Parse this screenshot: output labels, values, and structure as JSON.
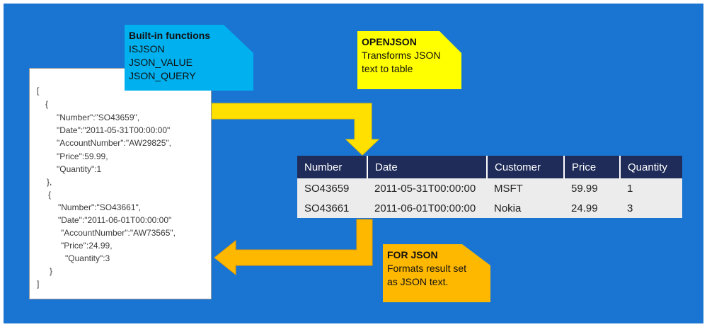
{
  "colors": {
    "background": "#1a75d2",
    "builtin_callout": "#00b0ef",
    "openjson_callout": "#ffff00",
    "forjson_callout": "#ffb800",
    "arrow_yellow": "#ffe000",
    "arrow_orange": "#ffb800",
    "table_header": "#1f2c59",
    "table_body": "#ececec"
  },
  "builtin": {
    "title": "Built-in functions",
    "items": [
      "ISJSON",
      "JSON_VALUE",
      "JSON_QUERY"
    ]
  },
  "openjson": {
    "title": "OPENJSON",
    "lines": [
      "Transforms JSON",
      "text to table"
    ]
  },
  "forjson": {
    "title": "FOR JSON",
    "lines": [
      "Formats result set",
      "as JSON text."
    ]
  },
  "json_doc": {
    "lines": [
      "[",
      "{",
      "\"Number\":\"SO43659\",",
      "\"Date\":\"2011-05-31T00:00:00\"",
      "\"AccountNumber\":\"AW29825\",",
      "\"Price\":59.99,",
      "\"Quantity\":1",
      "},",
      "{",
      "\"Number\":\"SO43661\",",
      "\"Date\":\"2011-06-01T00:00:00\"",
      "\"AccountNumber\":\"AW73565\",",
      "\"Price\":24.99,",
      "\"Quantity\":3",
      "}",
      "]"
    ]
  },
  "table": {
    "headers": [
      "Number",
      "Date",
      "Customer",
      "Price",
      "Quantity"
    ],
    "rows": [
      [
        "SO43659",
        "2011-05-31T00:00:00",
        "MSFT",
        "59.99",
        "1"
      ],
      [
        "SO43661",
        "2011-06-01T00:00:00",
        "Nokia",
        "24.99",
        "3"
      ]
    ]
  }
}
